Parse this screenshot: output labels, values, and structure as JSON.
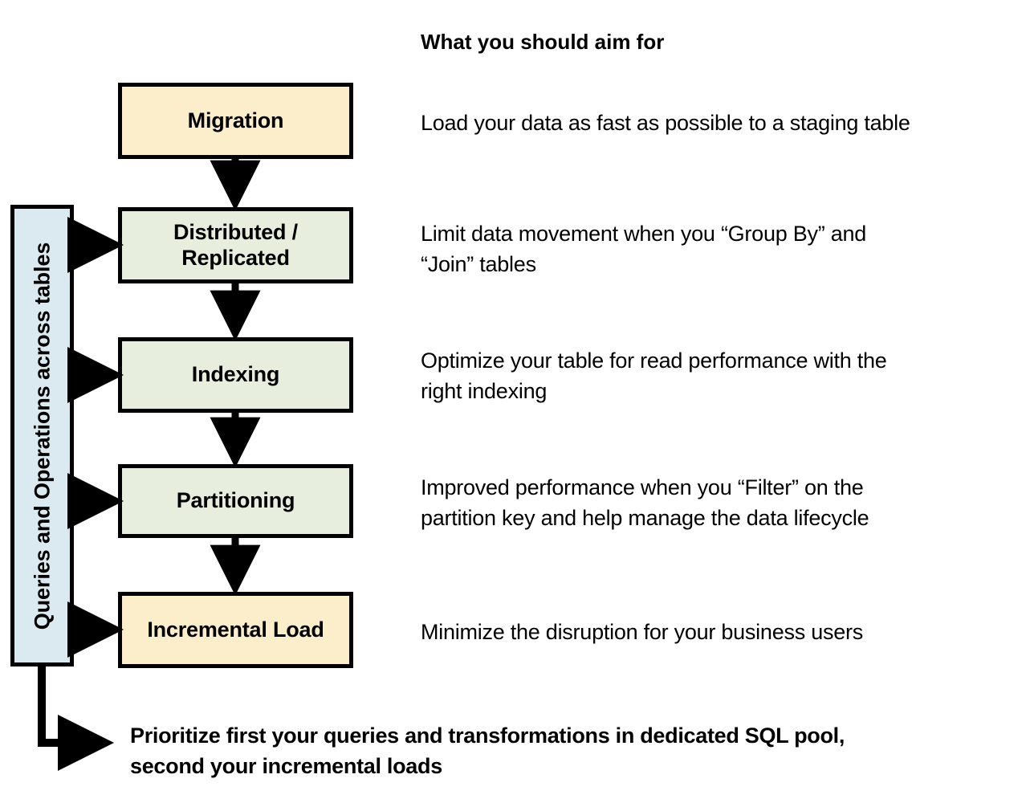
{
  "diagram": {
    "title": "What you should aim for",
    "side_band": {
      "label": "Queries and Operations across tables",
      "color": "#dbeaf0"
    },
    "colors": {
      "cream": "#fceecb",
      "green": "#e8eedd",
      "blue": "#dbeaf0",
      "outline": "#000000",
      "background": "#ffffff"
    },
    "stages": [
      {
        "label": "Migration",
        "fill": "#fceecb",
        "description": "Load your data as fast as possible to a staging table",
        "from_side_band": false
      },
      {
        "label": "Distributed /\nReplicated",
        "fill": "#e8eedd",
        "description": "Limit data movement when you “Group By” and\n“Join” tables",
        "from_side_band": true
      },
      {
        "label": "Indexing",
        "fill": "#e8eedd",
        "description": "Optimize your table for read performance with the\nright indexing",
        "from_side_band": true
      },
      {
        "label": "Partitioning",
        "fill": "#e8eedd",
        "description": "Improved performance when you “Filter” on the\npartition key and help manage the data lifecycle",
        "from_side_band": true
      },
      {
        "label": "Incremental Load",
        "fill": "#fceecb",
        "description": "Minimize the disruption for your business users",
        "from_side_band": true
      }
    ],
    "footer_note": "Prioritize first your queries and transformations in dedicated SQL pool,\nsecond your incremental loads"
  }
}
